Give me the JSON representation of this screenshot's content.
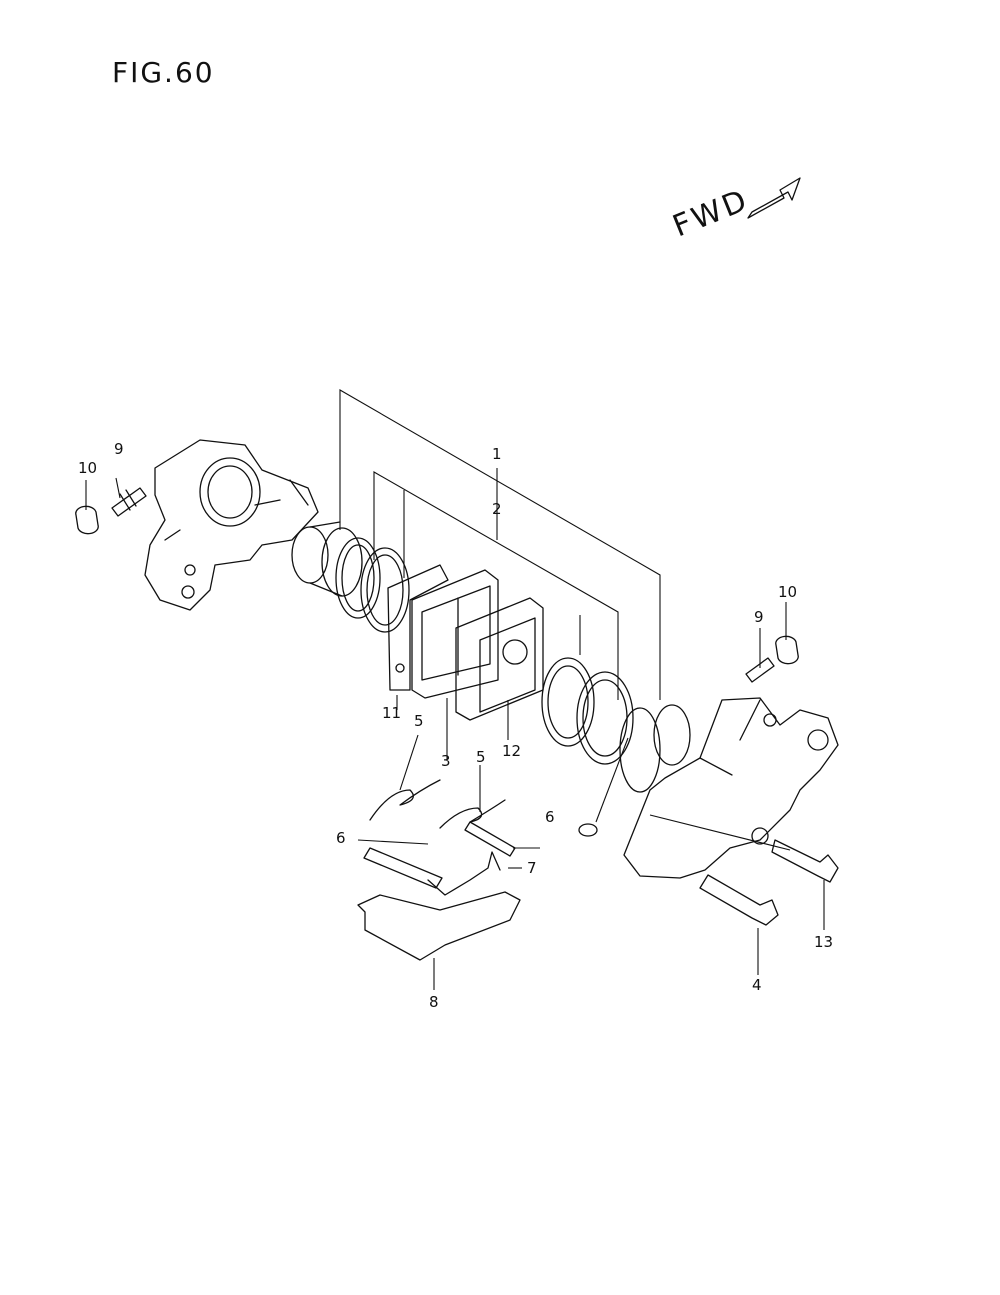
{
  "figure": {
    "title": "FIG.60",
    "direction_label": "FWD",
    "direction_icon": "fwd-arrow-icon"
  },
  "callouts": [
    {
      "id": "c1",
      "label": "1"
    },
    {
      "id": "c2",
      "label": "2"
    },
    {
      "id": "c3",
      "label": "3"
    },
    {
      "id": "c4",
      "label": "4"
    },
    {
      "id": "c5a",
      "label": "5"
    },
    {
      "id": "c5b",
      "label": "5"
    },
    {
      "id": "c6a",
      "label": "6"
    },
    {
      "id": "c6b",
      "label": "6"
    },
    {
      "id": "c7",
      "label": "7"
    },
    {
      "id": "c8",
      "label": "8"
    },
    {
      "id": "c9a",
      "label": "9"
    },
    {
      "id": "c9b",
      "label": "9"
    },
    {
      "id": "c10a",
      "label": "10"
    },
    {
      "id": "c10b",
      "label": "10"
    },
    {
      "id": "c11",
      "label": "11"
    },
    {
      "id": "c12",
      "label": "12"
    },
    {
      "id": "c13",
      "label": "13"
    }
  ]
}
